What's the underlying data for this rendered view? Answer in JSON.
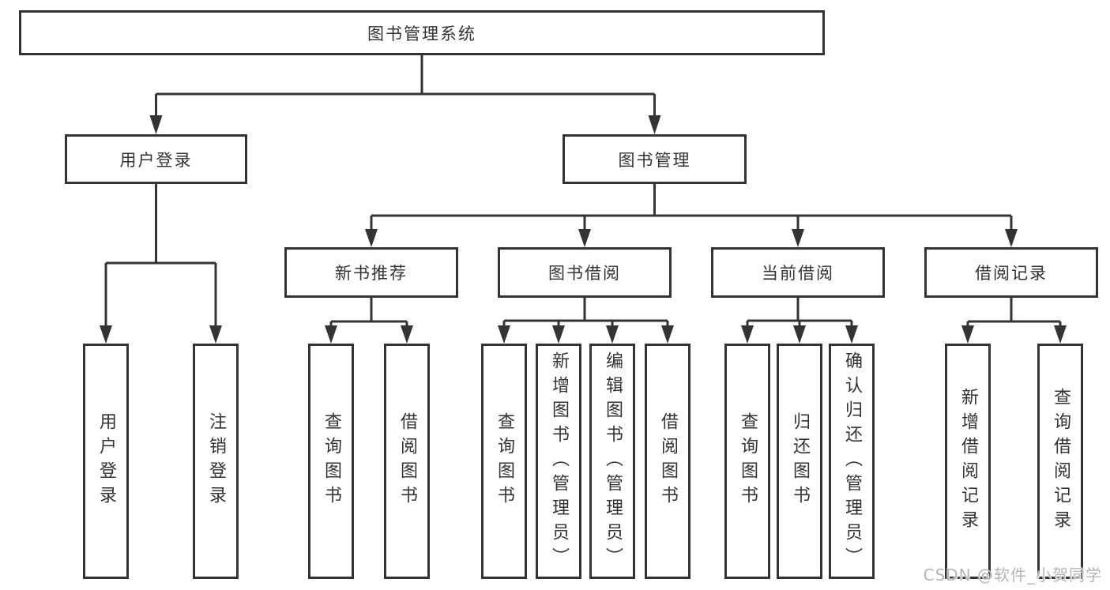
{
  "diagram": {
    "title": "图书管理系统",
    "colors": {
      "line": "#333333",
      "text": "#333333",
      "background": "#ffffff",
      "watermark": "#b5b5b5"
    },
    "nodes": {
      "root": "图书管理系统",
      "user_login": "用户登录",
      "book_mgmt": "图书管理",
      "new_rec": "新书推荐",
      "book_borrow": "图书借阅",
      "current_borrow": "当前借阅",
      "borrow_record": "借阅记录",
      "leaf_user_login": "用户登录",
      "leaf_logout": "注销登录",
      "leaf_rec_query": "查询图书",
      "leaf_rec_borrow": "借阅图书",
      "leaf_bb_query": "查询图书",
      "leaf_bb_add": "新增图书（管理员）",
      "leaf_bb_edit": "编辑图书（管理员）",
      "leaf_bb_borrow": "借阅图书",
      "leaf_cb_query": "查询图书",
      "leaf_cb_return": "归还图书",
      "leaf_cb_confirm": "确认归还（管理员）",
      "leaf_br_add": "新增借阅记录",
      "leaf_br_query": "查询借阅记录"
    },
    "watermark": "CSDN @软件_小贺同学"
  }
}
